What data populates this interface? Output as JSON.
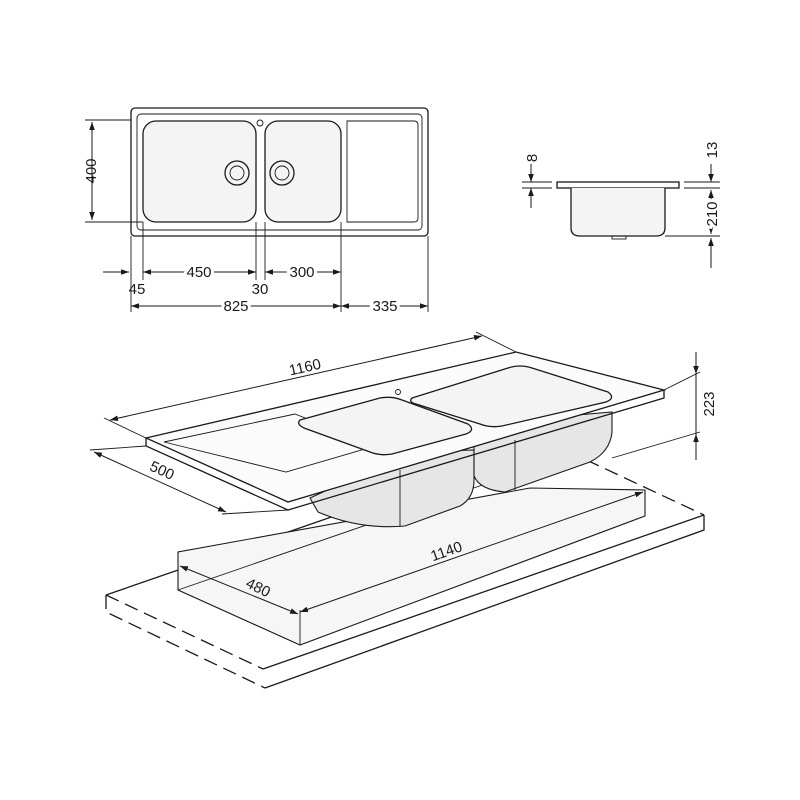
{
  "dimensions": {
    "top_view": {
      "depth": "400",
      "left_margin": "45",
      "bowl_1_width": "450",
      "divider": "30",
      "bowl_2_width": "300",
      "bowls_total": "825",
      "drainer": "335"
    },
    "side_view": {
      "rim_thickness": "8",
      "rim_height": "13",
      "bowl_depth": "210"
    },
    "perspective_view": {
      "overall_length": "1160",
      "overall_depth": "500",
      "overall_height": "223",
      "cutout_length": "1140",
      "cutout_depth": "480"
    }
  }
}
